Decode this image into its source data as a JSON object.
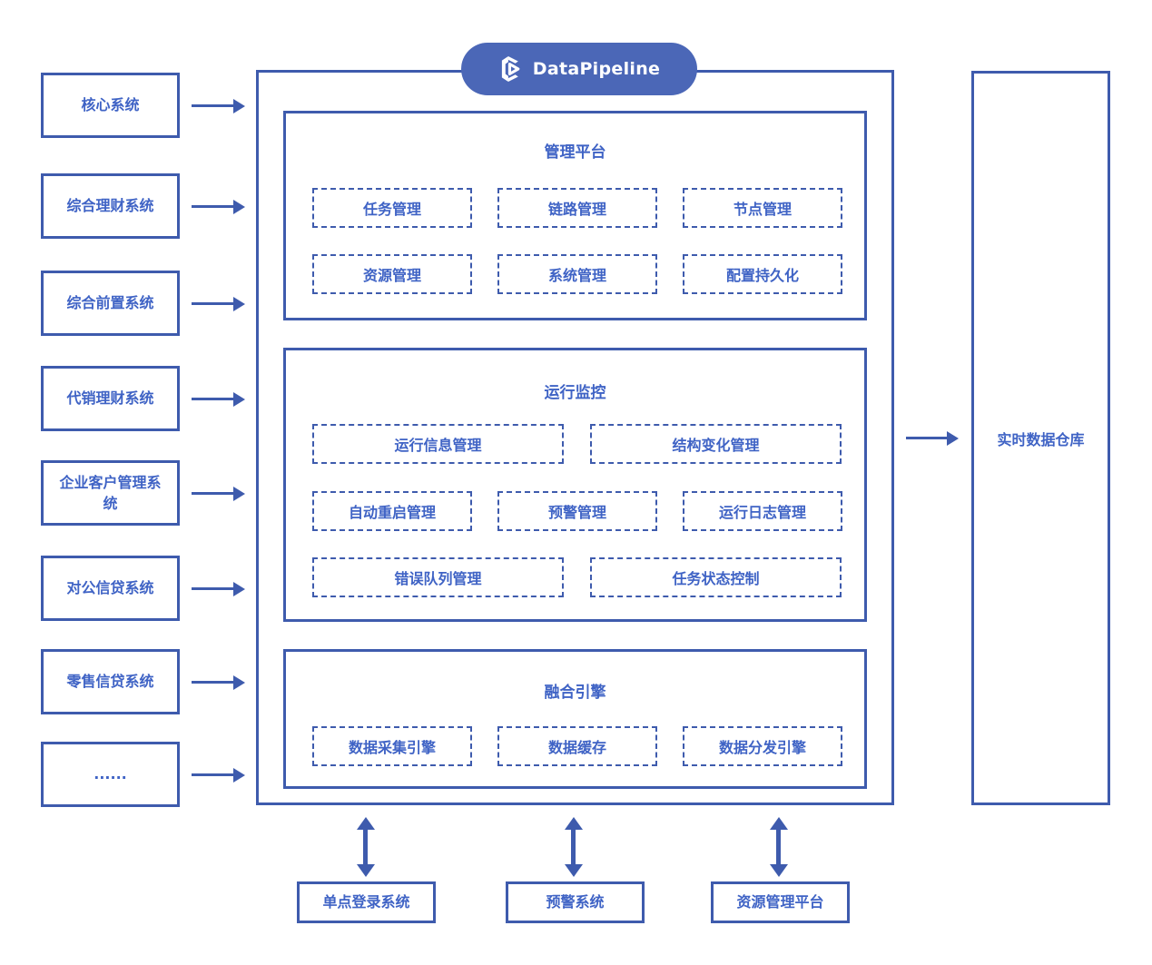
{
  "colors": {
    "line": "#3E5BAD",
    "text": "#3F63C5",
    "pill": "#4B67B7",
    "pill_text": "#FFFFFF",
    "bg": "#FFFFFF"
  },
  "logo": {
    "text": "DataPipeline"
  },
  "sources": {
    "items": [
      "核心系统",
      "综合理财系统",
      "综合前置系统",
      "代销理财系统",
      "企业客户管理系统",
      "对公信贷系统",
      "零售信贷系统",
      "......"
    ]
  },
  "platform": {
    "sections": [
      {
        "title": "管理平台",
        "rows": [
          [
            "任务管理",
            "链路管理",
            "节点管理"
          ],
          [
            "资源管理",
            "系统管理",
            "配置持久化"
          ]
        ]
      },
      {
        "title": "运行监控",
        "rows": [
          [
            "运行信息管理",
            "结构变化管理"
          ],
          [
            "自动重启管理",
            "预警管理",
            "运行日志管理"
          ],
          [
            "错误队列管理",
            "任务状态控制"
          ]
        ]
      },
      {
        "title": "融合引擎",
        "rows": [
          [
            "数据采集引擎",
            "数据缓存",
            "数据分发引擎"
          ]
        ]
      }
    ]
  },
  "warehouse": {
    "label": "实时数据仓库"
  },
  "external": {
    "items": [
      "单点登录系统",
      "预警系统",
      "资源管理平台"
    ]
  }
}
